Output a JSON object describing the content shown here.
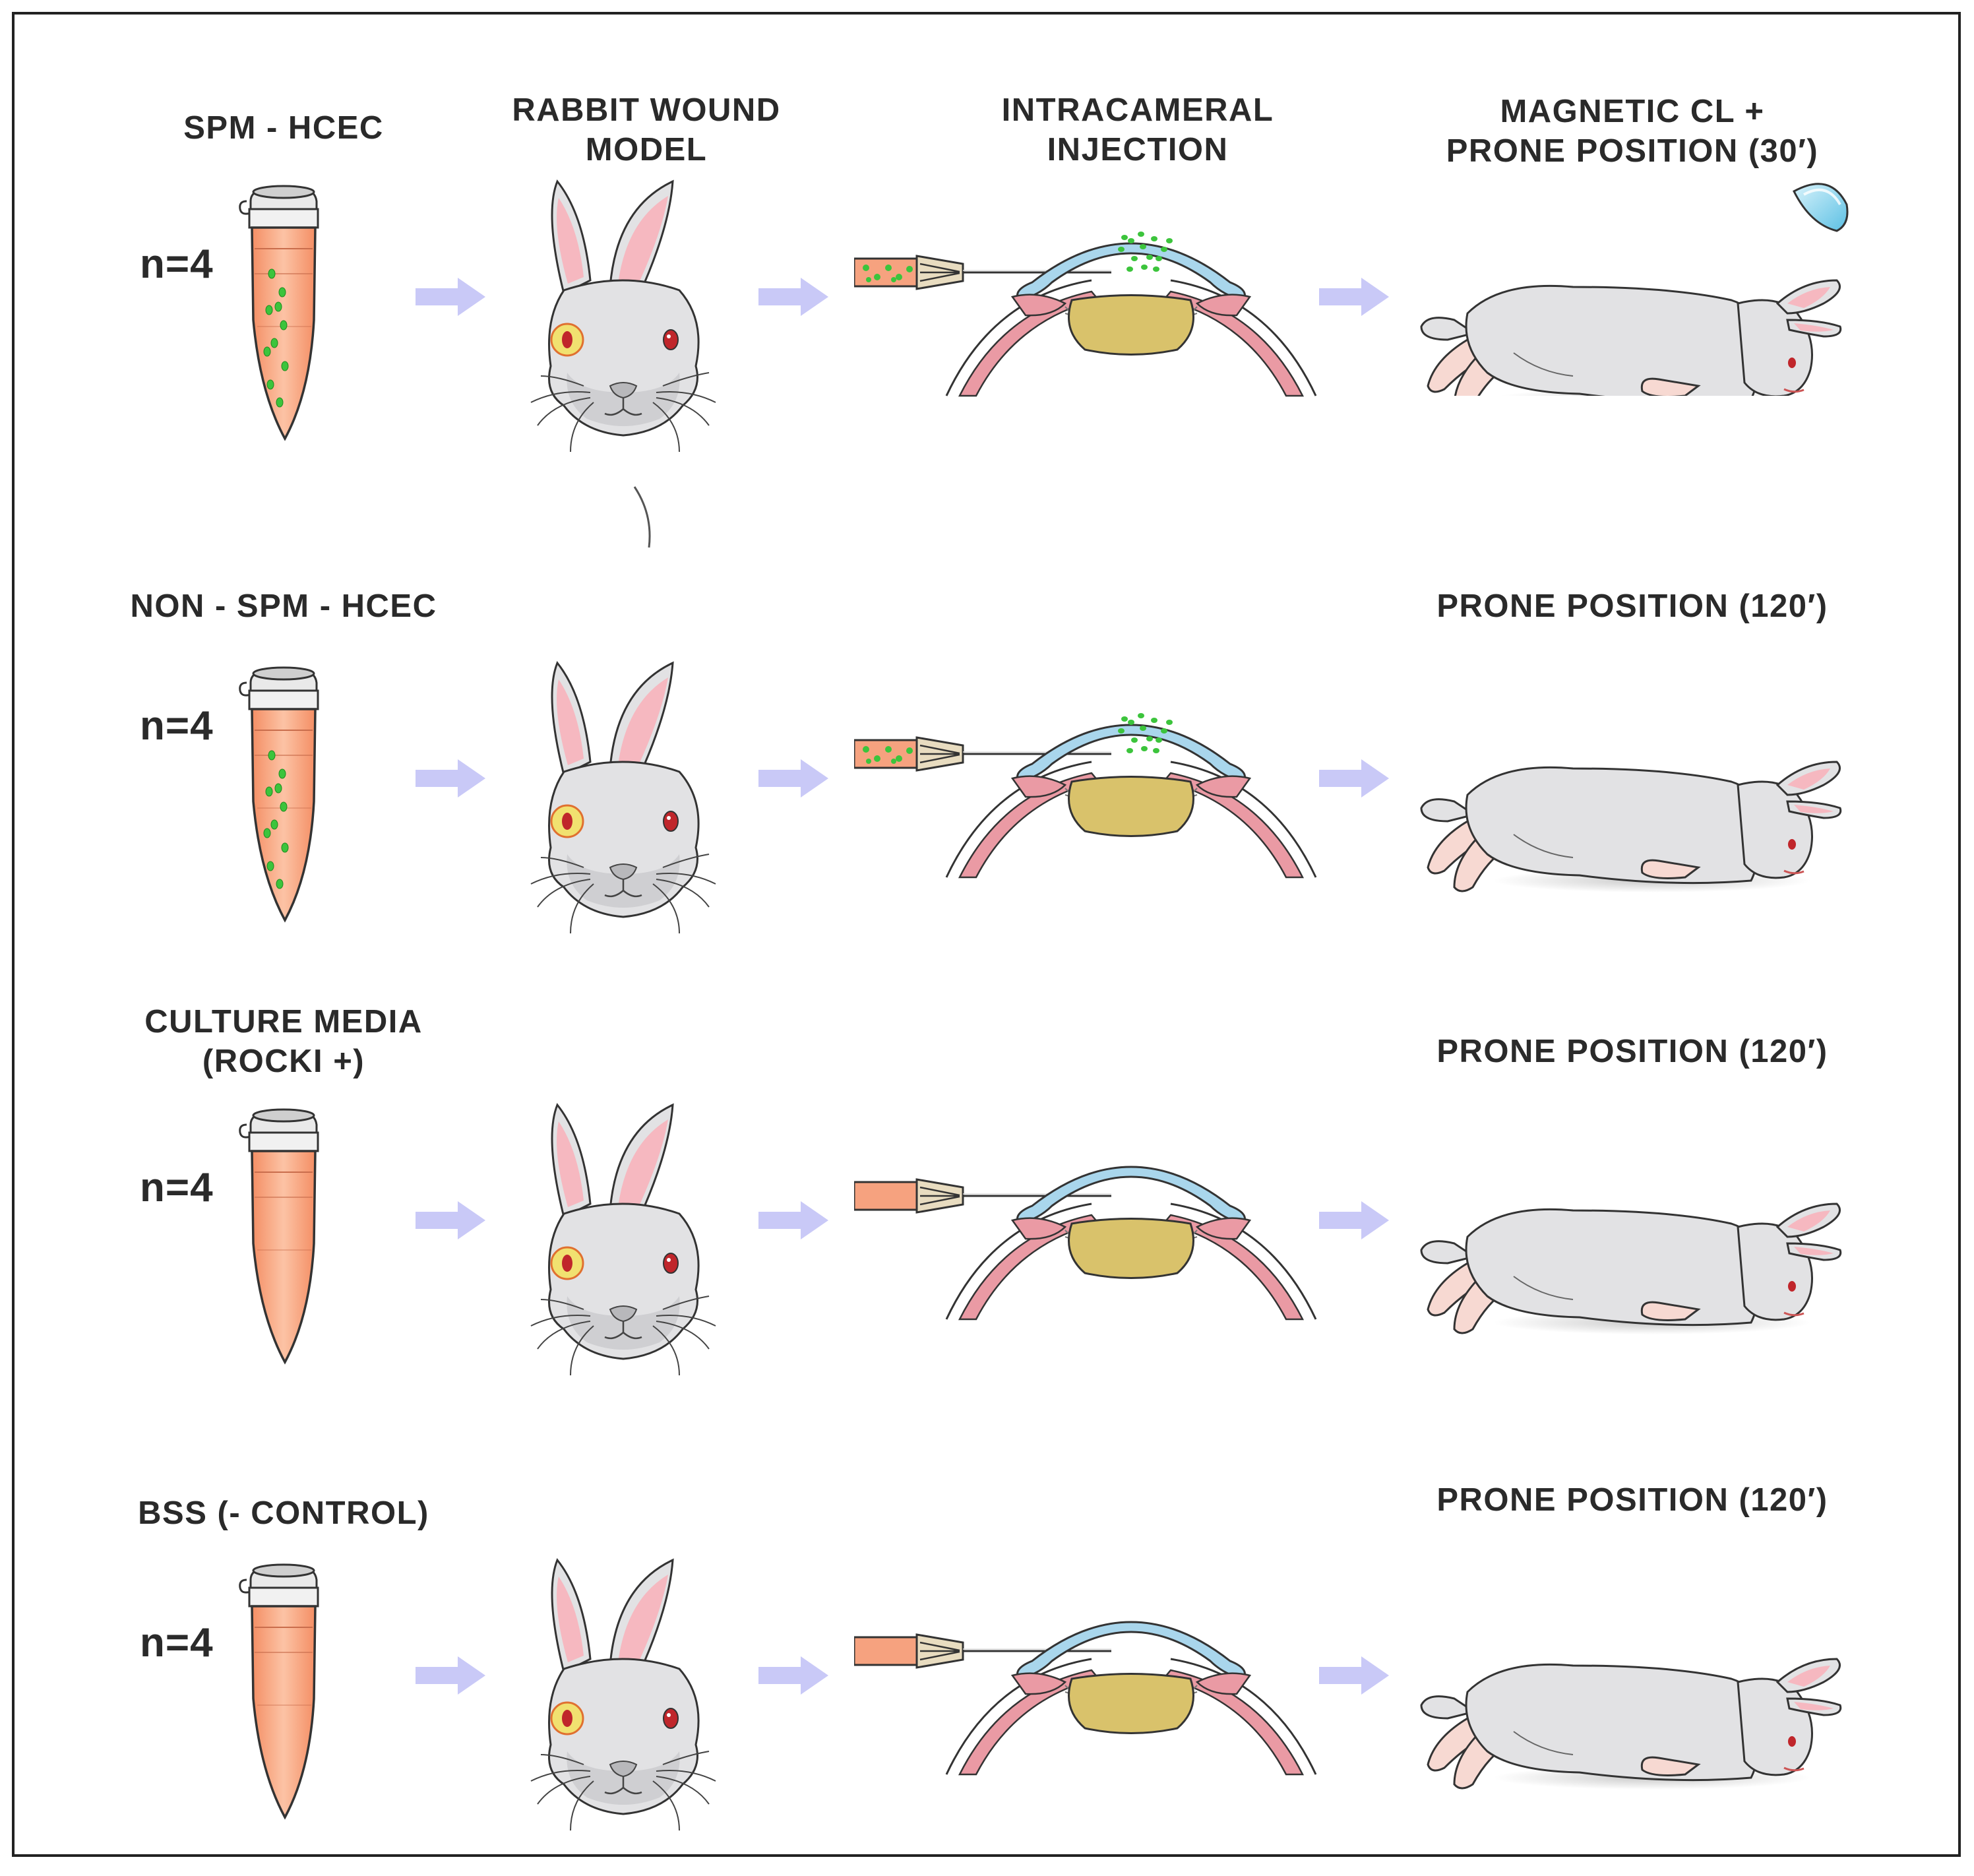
{
  "headers": {
    "col2": "RABBIT WOUND\nMODEL",
    "col3": "INTRACAMERAL\nINJECTION"
  },
  "rows": [
    {
      "group": "SPM - HCEC",
      "n": "n=4",
      "position": "MAGNETIC CL +\nPRONE POSITION (30′)",
      "cells": true,
      "contact_lens": true
    },
    {
      "group": "NON - SPM - HCEC",
      "n": "n=4",
      "position": "PRONE POSITION (120′)",
      "cells": true,
      "contact_lens": false
    },
    {
      "group": "CULTURE MEDIA\n(ROCKI +)",
      "n": "n=4",
      "position": "PRONE POSITION (120′)",
      "cells": false,
      "contact_lens": false
    },
    {
      "group": "BSS (- CONTROL)",
      "n": "n=4",
      "position": "PRONE POSITION (120′)",
      "cells": false,
      "contact_lens": false
    }
  ],
  "colors": {
    "tube": "#f6a27f",
    "cells": "#3cc43c",
    "arrow": "#c9c9f7",
    "cornea": "#a9d6ec",
    "lens": "#d9c26b",
    "iris": "#ea9aa4",
    "rabbit": "#e2e2e4",
    "ear_inner": "#f6b8c0",
    "wound_marker": "#f5e04a",
    "contact_lens": "#8fd3ec"
  }
}
